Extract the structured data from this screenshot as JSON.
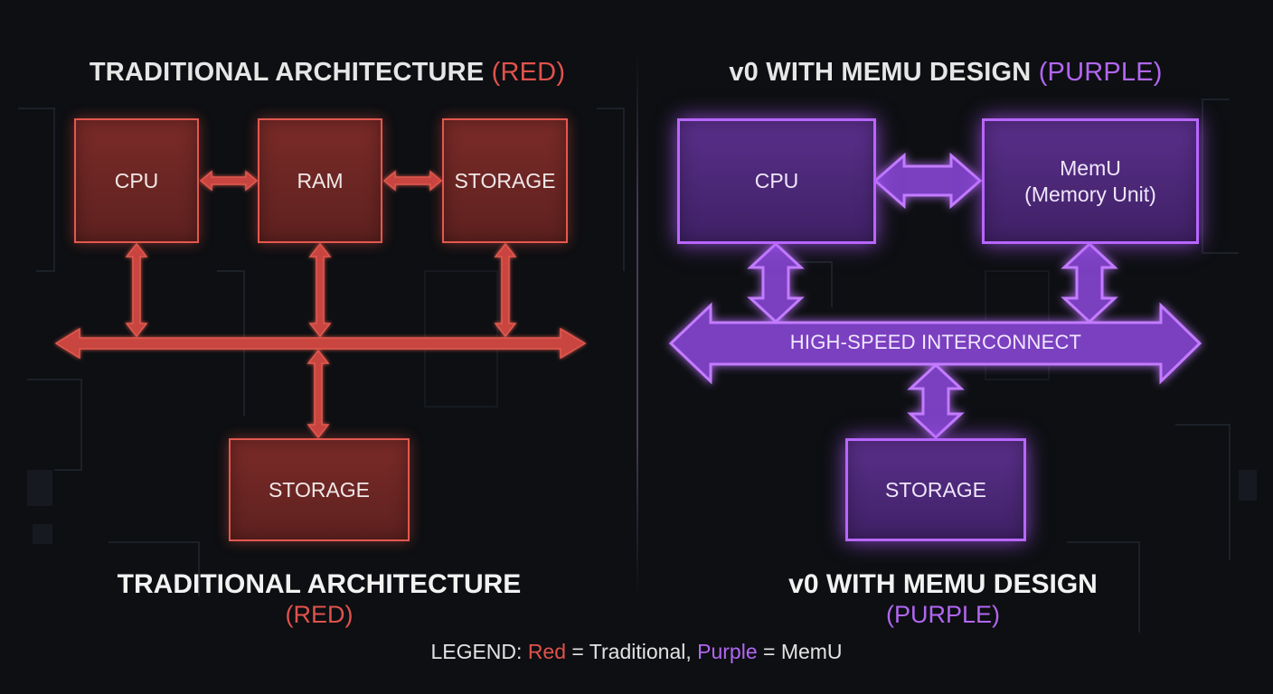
{
  "left": {
    "title_main": "TRADITIONAL ARCHITECTURE",
    "title_accent": "(RED)",
    "boxes": {
      "cpu": "CPU",
      "ram": "RAM",
      "storage_top": "STORAGE",
      "storage_bottom": "STORAGE"
    },
    "bottom_title": "TRADITIONAL ARCHITECTURE",
    "bottom_sub": "(RED)"
  },
  "right": {
    "title_main": "v0 WITH MEMU DESIGN",
    "title_accent": "(PURPLE)",
    "boxes": {
      "cpu": "CPU",
      "memu_line1": "MemU",
      "memu_line2": "(Memory Unit)",
      "storage": "STORAGE"
    },
    "bus_label": "HIGH-SPEED INTERCONNECT",
    "bottom_title": "v0 WITH MEMU DESIGN",
    "bottom_sub": "(PURPLE)"
  },
  "legend": {
    "prefix": "LEGEND: ",
    "red_word": "Red",
    "red_meaning": " = Traditional, ",
    "purple_word": "Purple",
    "purple_meaning": " = MemU"
  },
  "colors": {
    "red_accent": "#e3584f",
    "purple_accent": "#b866ff",
    "background": "#0d0f12"
  }
}
